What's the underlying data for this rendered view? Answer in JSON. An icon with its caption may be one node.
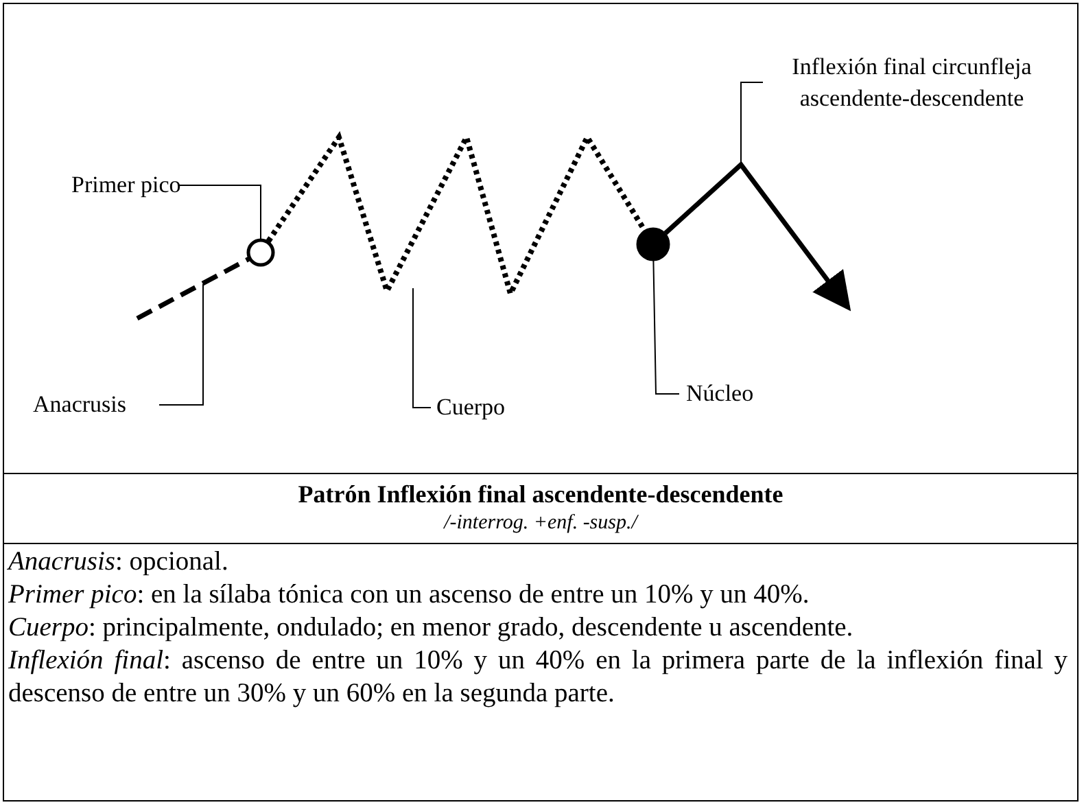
{
  "diagram": {
    "nodes": [
      {
        "text": [
          "Primer pico"
        ]
      },
      {
        "text": [],
        "shape": "circle"
      },
      {
        "text": [
          "Anacrusis"
        ]
      },
      {
        "text": [
          "Cuerpo"
        ]
      },
      {
        "text": [
          "Núcleo"
        ]
      },
      {
        "text": [],
        "shape": "circle"
      },
      {
        "text": [
          "Inflexión final circunfleja ascendente-descendente"
        ]
      }
    ],
    "edges": [
      {
        "from": 0,
        "to": 1,
        "arrow": "none"
      },
      {
        "from": 2,
        "to": null,
        "arrow": "none"
      },
      {
        "from": 3,
        "to": null,
        "arrow": "none"
      },
      {
        "from": 4,
        "to": 5,
        "arrow": "none"
      },
      {
        "from": 6,
        "to": null,
        "arrow": "none"
      },
      {
        "from": null,
        "to": 1,
        "arrow": "none",
        "style": "dashed"
      },
      {
        "from": 1,
        "to": 5,
        "arrow": "none",
        "style": "dashed"
      },
      {
        "from": 5,
        "to": null,
        "arrow": "to",
        "style": "thick"
      }
    ],
    "labels": [
      "Patrón Inflexión final ascendente-descendente",
      "/-interrog. +enf. -susp./",
      "*Anacrusis*: opcional.",
      "*Primer pico*: en la sílaba tónica con un ascenso de entre un 10% y un 40%.",
      "*Cuerpo*: principalmente, ondulado; en menor grado, descendente u ascendente.",
      "*Inflexión final*: ascenso de entre un 10% y un 40% en la primera parte de la inflexión final y descenso de entre un 30% y un 60% en la segunda parte."
    ]
  }
}
